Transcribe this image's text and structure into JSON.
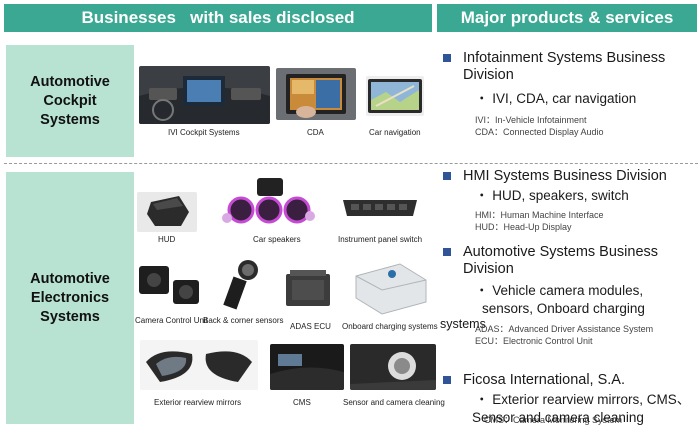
{
  "header": {
    "left_title": "Businesses   with sales disclosed",
    "right_title": "Major products & services"
  },
  "segments": {
    "cockpit": "Automotive Cockpit Systems",
    "electronics": "Automotive Electronics Systems"
  },
  "captions": {
    "ivi": "IVI Cockpit Systems",
    "cda": "CDA",
    "nav": "Car navigation",
    "hud": "HUD",
    "speakers": "Car speakers",
    "switch": "Instrument panel switch",
    "camera_ctrl": "Camera Control Unit",
    "back_sensors": "Back & corner sensors",
    "adas": "ADAS ECU",
    "charging": "Onboard charging systems",
    "mirrors": "Exterior rearview mirrors",
    "cms": "CMS",
    "cleaning": "Sensor and camera cleaning"
  },
  "right": {
    "sec1_title": "Infotainment Systems Business Division",
    "sec1_sub": "・ IVI, CDA, car navigation",
    "sec1_note1": "IVI：In-Vehicle Infotainment",
    "sec1_note2": "CDA：Connected Display Audio",
    "sec2_title": "HMI Systems Business Division",
    "sec2_sub": "・ HUD, speakers, switch",
    "sec2_note1": "HMI：Human Machine Interface",
    "sec2_note2": "HUD：Head-Up Display",
    "sec3_title": "Automotive Systems Business Division",
    "sec3_sub1": "・ Vehicle camera modules,",
    "sec3_sub2": "sensors, Onboard charging",
    "sec3_overflow": "systems",
    "sec3_note1": "ADAS：Advanced Driver Assistance System",
    "sec3_note2": "ECU：Electronic Control Unit",
    "sec4_title": "Ficosa International, S.A.",
    "sec4_sub1": "・ Exterior rearview mirrors, CMS、",
    "sec4_sub2": "Sensor and camera cleaning",
    "sec4_note": "CMS：Camera Monitoring System"
  }
}
